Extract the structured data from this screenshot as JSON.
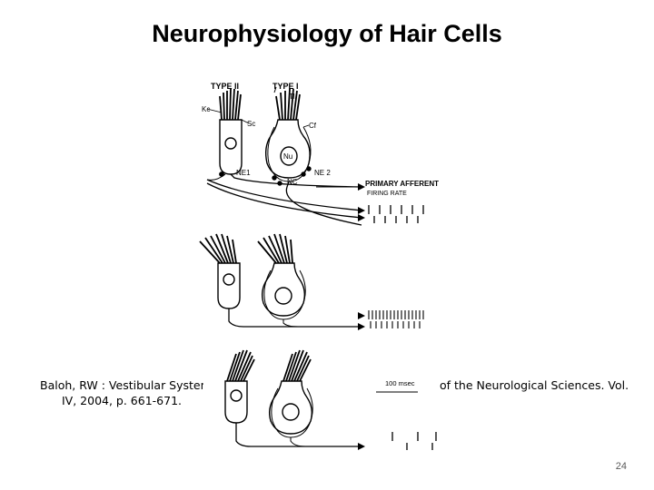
{
  "slide": {
    "title": "Neurophysiology of Hair Cells",
    "citation_left": "Baloh, RW : Vestibular Systen\nIV, 2004, p. 661-671.",
    "citation_left_line1": "Baloh, RW : Vestibular Systen",
    "citation_left_line2": "IV, 2004, p. 661-671.",
    "citation_right": "of the Neurological Sciences. Vol.",
    "page_number": "24"
  },
  "figure": {
    "labels": {
      "type2": "TYPE II",
      "type1": "TYPE I",
      "tl": "Tl",
      "kc": "Kc",
      "sc": "Sc",
      "cf": "Cf",
      "nu": "Nu",
      "ne1": "NE1",
      "ne2": "NE 2",
      "nc": "NC",
      "primary_afferent": "PRIMARY AFFERENT",
      "firing_rate": "FIRING RATE",
      "scale": "100 msec"
    },
    "firing_rate_panels": [
      {
        "state": "resting",
        "level": "medium"
      },
      {
        "state": "excited",
        "level": "high"
      },
      {
        "state": "inhibited",
        "level": "low"
      }
    ]
  }
}
